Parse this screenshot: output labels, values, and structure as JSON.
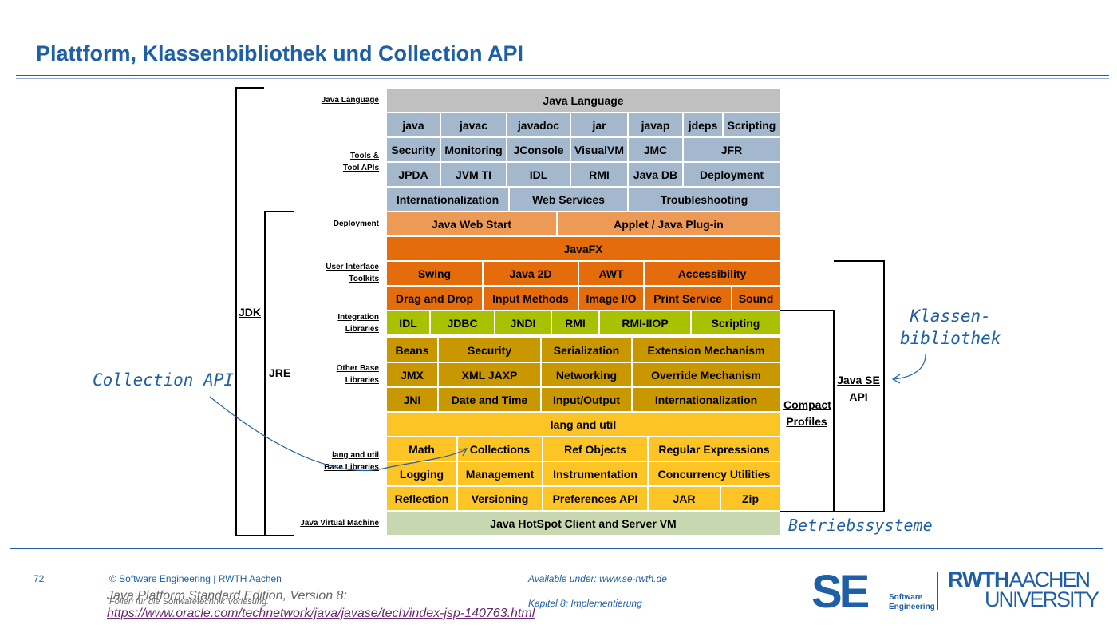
{
  "title": "Plattform, Klassenbibliothek und Collection API",
  "row_labels": {
    "java_language": "Java Language",
    "tools_1": "Tools &",
    "tools_2": "Tool APIs",
    "deployment": "Deployment",
    "ui_1": "User Interface",
    "ui_2": "Toolkits",
    "integration_1": "Integration",
    "integration_2": "Libraries",
    "other_1": "Other Base",
    "other_2": "Libraries",
    "lang_1": "lang and util",
    "lang_2": "Base Libraries",
    "jvm": "Java Virtual Machine"
  },
  "cells": {
    "java_language": "Java Language",
    "java": "java",
    "javac": "javac",
    "javadoc": "javadoc",
    "jar": "jar",
    "javap": "javap",
    "jdeps": "jdeps",
    "scripting_tools": "Scripting",
    "security_tools": "Security",
    "monitoring": "Monitoring",
    "jconsole": "JConsole",
    "visualvm": "VisualVM",
    "jmc": "JMC",
    "jfr": "JFR",
    "jpda": "JPDA",
    "jvmti": "JVM TI",
    "idl_tools": "IDL",
    "rmi_tools": "RMI",
    "javadb": "Java DB",
    "deployment_tools": "Deployment",
    "i18n_tools": "Internationalization",
    "webservices": "Web Services",
    "troubleshooting": "Troubleshooting",
    "webstart": "Java Web Start",
    "applet": "Applet / Java Plug-in",
    "javafx": "JavaFX",
    "swing": "Swing",
    "java2d": "Java 2D",
    "awt": "AWT",
    "accessibility": "Accessibility",
    "dnd": "Drag and Drop",
    "inputmethods": "Input Methods",
    "imageio": "Image I/O",
    "printservice": "Print Service",
    "sound": "Sound",
    "idl": "IDL",
    "jdbc": "JDBC",
    "jndi": "JNDI",
    "rmi": "RMI",
    "rmiiiop": "RMI-IIOP",
    "scripting": "Scripting",
    "beans": "Beans",
    "security": "Security",
    "serialization": "Serialization",
    "extension": "Extension Mechanism",
    "jmx": "JMX",
    "xmljaxp": "XML JAXP",
    "networking": "Networking",
    "override": "Override Mechanism",
    "jni": "JNI",
    "datetime": "Date and Time",
    "inputoutput": "Input/Output",
    "i18n": "Internationalization",
    "langutil": "lang and util",
    "math": "Math",
    "collections": "Collections",
    "refobjects": "Ref Objects",
    "regex": "Regular Expressions",
    "logging": "Logging",
    "management": "Management",
    "instrumentation": "Instrumentation",
    "concurrency": "Concurrency Utilities",
    "reflection": "Reflection",
    "versioning": "Versioning",
    "preferences": "Preferences API",
    "jarlib": "JAR",
    "zip": "Zip",
    "hotspot": "Java HotSpot Client and Server VM"
  },
  "brackets": {
    "jdk": "JDK",
    "jre": "JRE",
    "compact_1": "Compact",
    "compact_2": "Profiles",
    "javase_1": "Java SE",
    "javase_2": "API"
  },
  "annotations": {
    "collection_api": "Collection API",
    "klassen_1": "Klassen-",
    "klassen_2": "bibliothek",
    "betriebssysteme": "Betriebssysteme"
  },
  "footer": {
    "page_number": "72",
    "copyright": "©  Software Engineering  |  RWTH Aachen",
    "available": "Available under:  www.se-rwth.de",
    "chapter": "Kapitel 8: Implementierung",
    "folien": "Folien für die Softwaretechnik Vorlesung.",
    "source_1": "Java Platform Standard Edition, Version 8:",
    "source_url": "https://www.oracle.com/technetwork/java/javase/tech/index-jsp-140763.html",
    "se_logo": "SE",
    "se_logo_text_1": "Software",
    "se_logo_text_2": "Engineering",
    "rwth_1": "RWTH",
    "rwth_2": "AACHEN",
    "rwth_3": "UNIVERSITY"
  },
  "colors": {
    "accent": "#1f5fa6",
    "gray": "#c0c0c0",
    "tools_blue": "#a3b8cc",
    "deployment_orange": "#ee9a57",
    "ui_orange": "#e46c0a",
    "integration_green": "#a9c100",
    "other_base_gold": "#c99700",
    "lang_util_yellow": "#fcc424",
    "jvm_green": "#c7d8b0"
  }
}
